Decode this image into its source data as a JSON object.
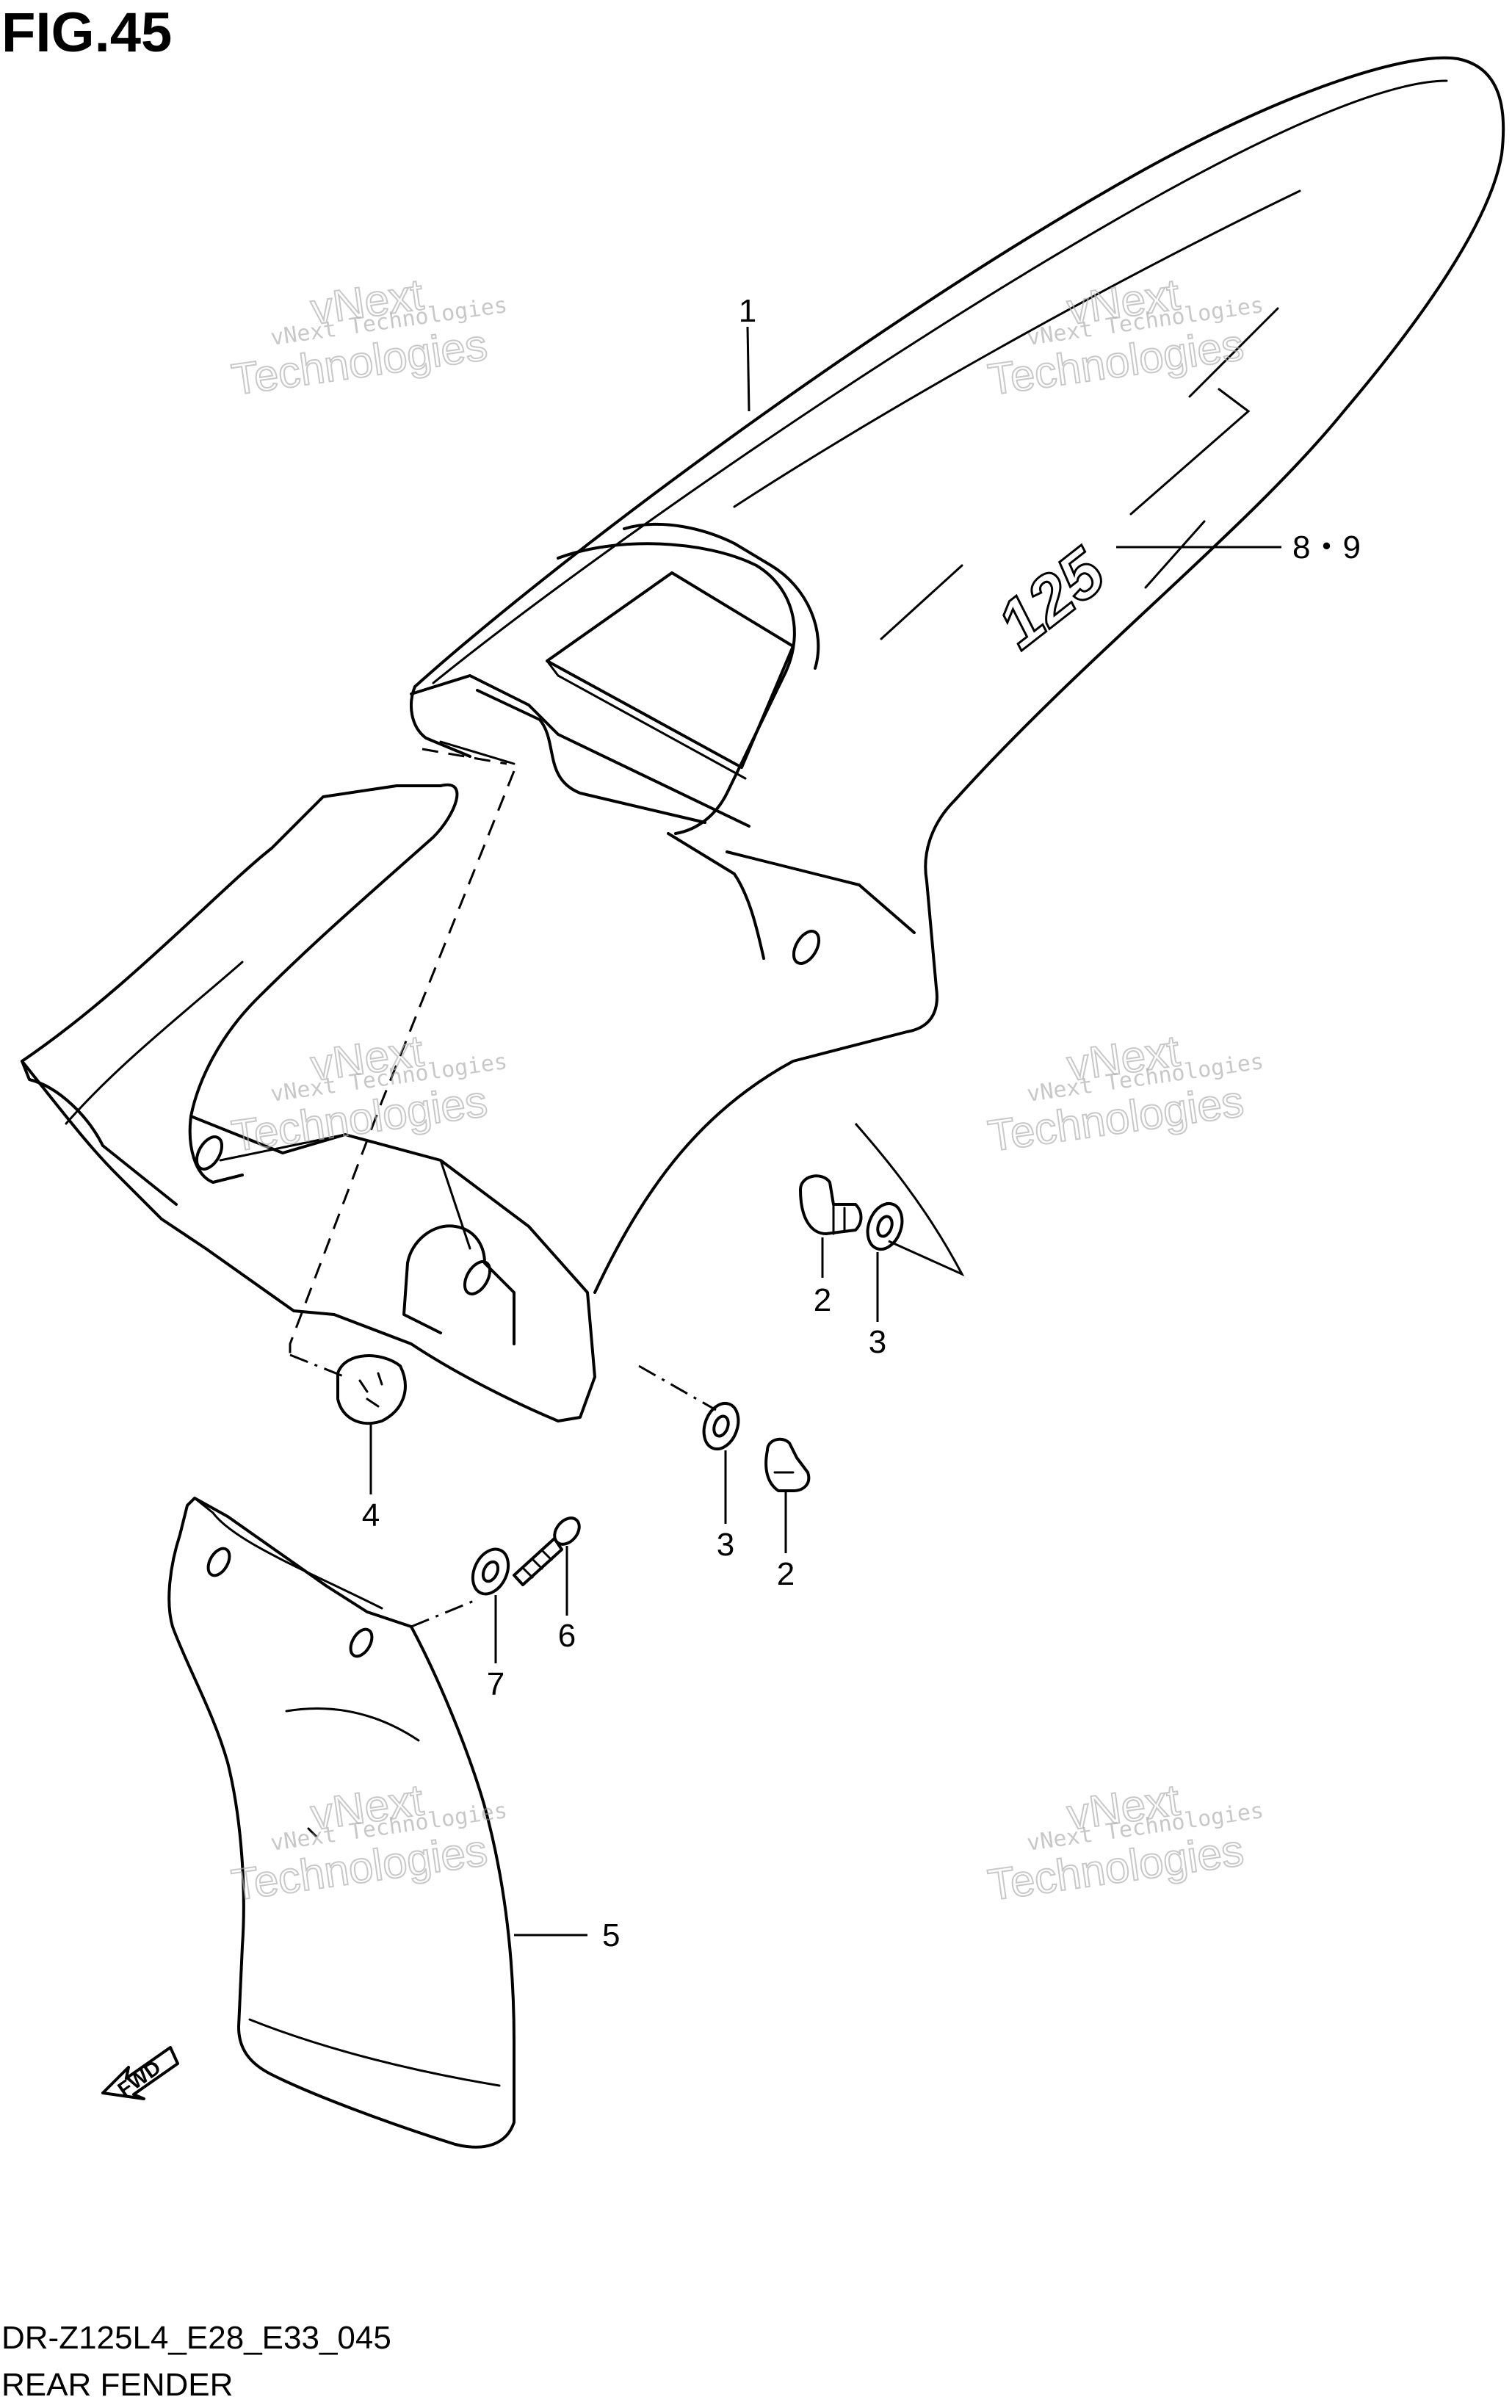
{
  "figure": {
    "title": "FIG.45",
    "code": "DR-Z125L4_E28_E33_045",
    "name": "REAR FENDER"
  },
  "callouts": {
    "p1": "1",
    "p89": "8・9",
    "p2a": "2",
    "p3a": "3",
    "p4": "4",
    "p3b": "3",
    "p2b": "2",
    "p6": "6",
    "p7": "7",
    "p5": "5"
  },
  "decal": {
    "text": "125"
  },
  "fwd_arrow": {
    "text": "FWD"
  },
  "watermark": {
    "line_small": "vNext Technologies",
    "line_top": "vNext",
    "line_bottom": "Technologies"
  }
}
